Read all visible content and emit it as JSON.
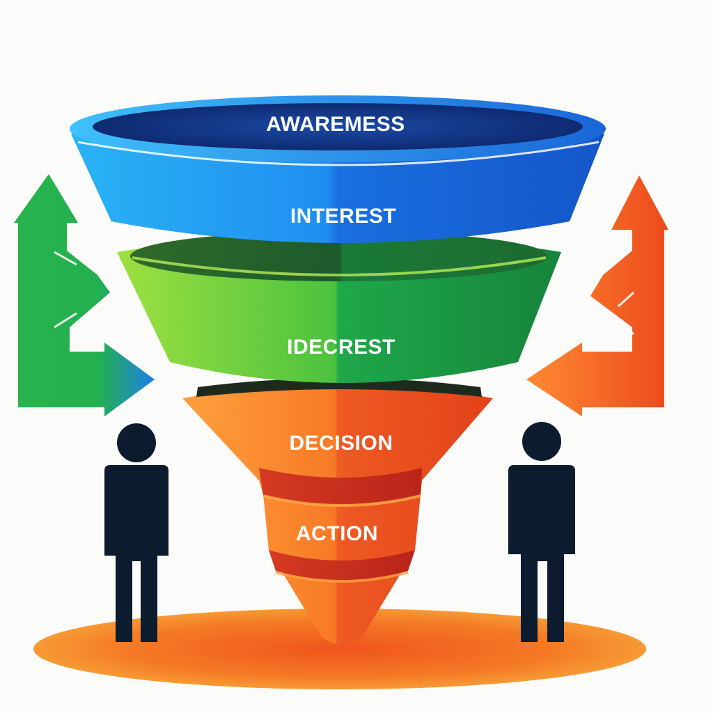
{
  "stages": [
    {
      "id": "awareness",
      "label": "AWAREMESS"
    },
    {
      "id": "interest",
      "label": "INTEREST"
    },
    {
      "id": "idecrest",
      "label": "IDECREST"
    },
    {
      "id": "decision",
      "label": "DECISION"
    },
    {
      "id": "action",
      "label": "ACTION"
    }
  ],
  "colors": {
    "blue_light": "#2ab3f5",
    "blue_dark": "#1456c8",
    "navy": "#0f2f7a",
    "green_light": "#8fd83a",
    "green_dark": "#16a04a",
    "green_inner": "#1d5a2c",
    "orange_light": "#ff9a3a",
    "orange_dark": "#ee4a1c",
    "red_band": "#c82b1f",
    "figure": "#0d1b2e",
    "background": "#fbfbf9"
  },
  "icons": {
    "left_arrow": "loop-arrow-icon",
    "right_arrow": "loop-arrow-icon",
    "person": "person-icon"
  }
}
